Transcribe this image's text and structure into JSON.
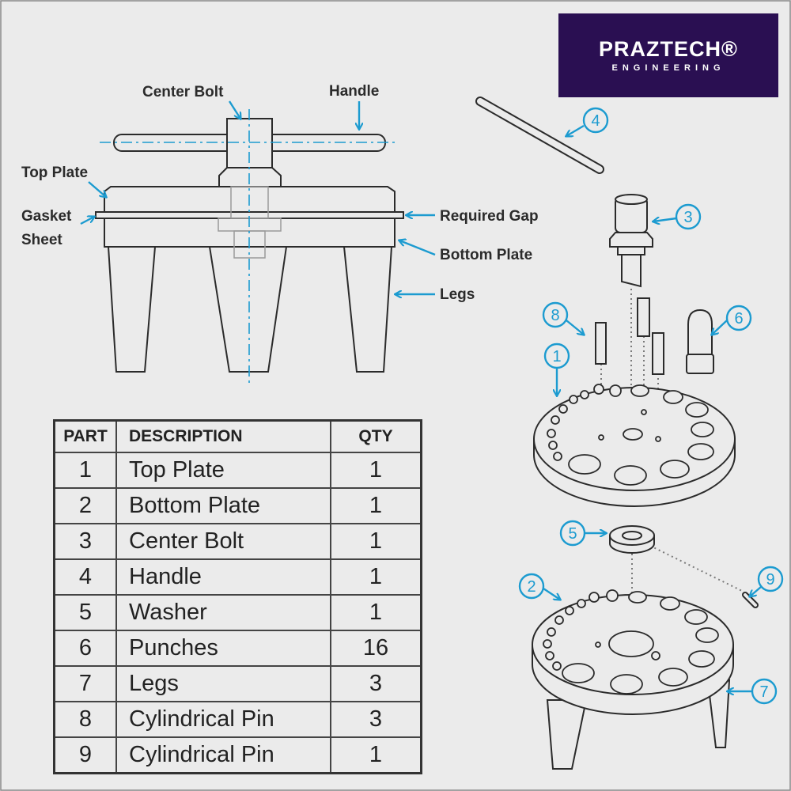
{
  "brand": {
    "name": "PRAZTECH®",
    "tagline": "ENGINEERING",
    "background": "#2a0f52"
  },
  "colors": {
    "accent": "#1c9bd0",
    "line": "#2b2b2b",
    "background": "#ebebeb"
  },
  "labels": {
    "center_bolt": "Center Bolt",
    "handle": "Handle",
    "top_plate": "Top Plate",
    "gasket": "Gasket",
    "sheet": "Sheet",
    "required_gap": "Required Gap",
    "bottom_plate": "Bottom Plate",
    "legs": "Legs"
  },
  "callouts": [
    "1",
    "2",
    "3",
    "4",
    "5",
    "6",
    "7",
    "8",
    "9"
  ],
  "parts_table": {
    "headers": {
      "part": "PART",
      "description": "DESCRIPTION",
      "qty": "QTY"
    },
    "rows": [
      {
        "part": "1",
        "description": "Top Plate",
        "qty": "1"
      },
      {
        "part": "2",
        "description": "Bottom Plate",
        "qty": "1"
      },
      {
        "part": "3",
        "description": "Center Bolt",
        "qty": "1"
      },
      {
        "part": "4",
        "description": "Handle",
        "qty": "1"
      },
      {
        "part": "5",
        "description": "Washer",
        "qty": "1"
      },
      {
        "part": "6",
        "description": "Punches",
        "qty": "16"
      },
      {
        "part": "7",
        "description": "Legs",
        "qty": "3"
      },
      {
        "part": "8",
        "description": "Cylindrical Pin",
        "qty": "3"
      },
      {
        "part": "9",
        "description": "Cylindrical Pin",
        "qty": "1"
      }
    ]
  }
}
